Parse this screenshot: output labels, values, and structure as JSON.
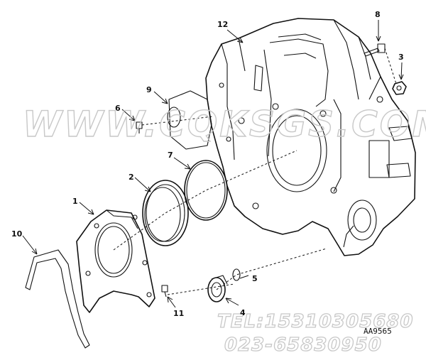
{
  "watermark": "WWW.CQKSGS.COM",
  "contact": {
    "tel": "TEL:15310305680",
    "phone": "023-65830950"
  },
  "drawing_code": "AA9565",
  "callouts": [
    "1",
    "2",
    "3",
    "4",
    "5",
    "6",
    "7",
    "8",
    "9",
    "10",
    "11",
    "12"
  ]
}
